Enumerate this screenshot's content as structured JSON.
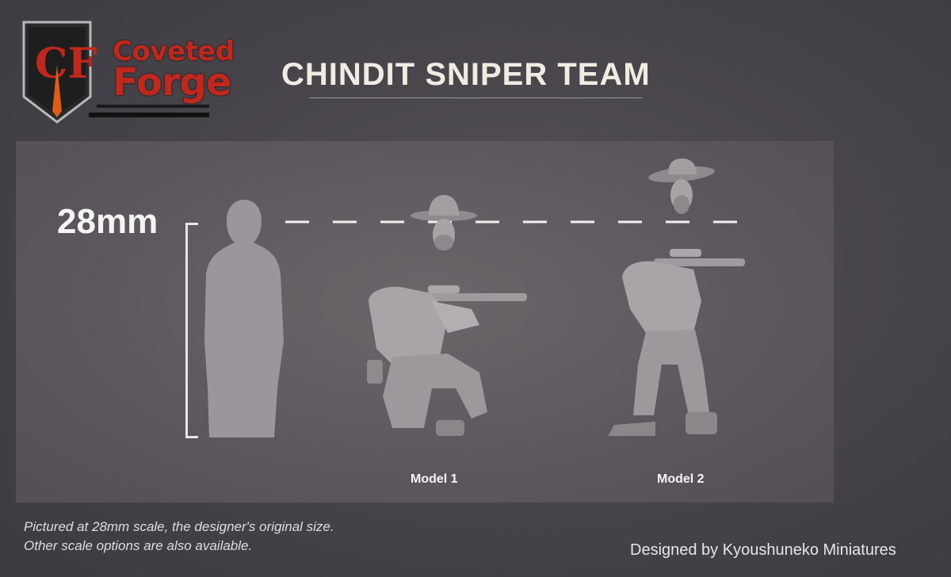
{
  "brand": {
    "line1": "Coveted",
    "line2": "Forge",
    "monogram": "CF",
    "colors": {
      "red": "#c0281e",
      "orange": "#e05a1a"
    }
  },
  "title": "CHINDIT SNIPER TEAM",
  "scale": {
    "label": "28mm"
  },
  "models": [
    {
      "label": "Model 1"
    },
    {
      "label": "Model 2"
    }
  ],
  "footnote": {
    "line1": "Pictured at 28mm scale, the designer's original size.",
    "line2": "Other scale options are also available."
  },
  "credit": "Designed by Kyoushuneko Miniatures",
  "icons": [
    "shield-logo-icon",
    "human-silhouette-icon",
    "head-with-hat-icon"
  ]
}
